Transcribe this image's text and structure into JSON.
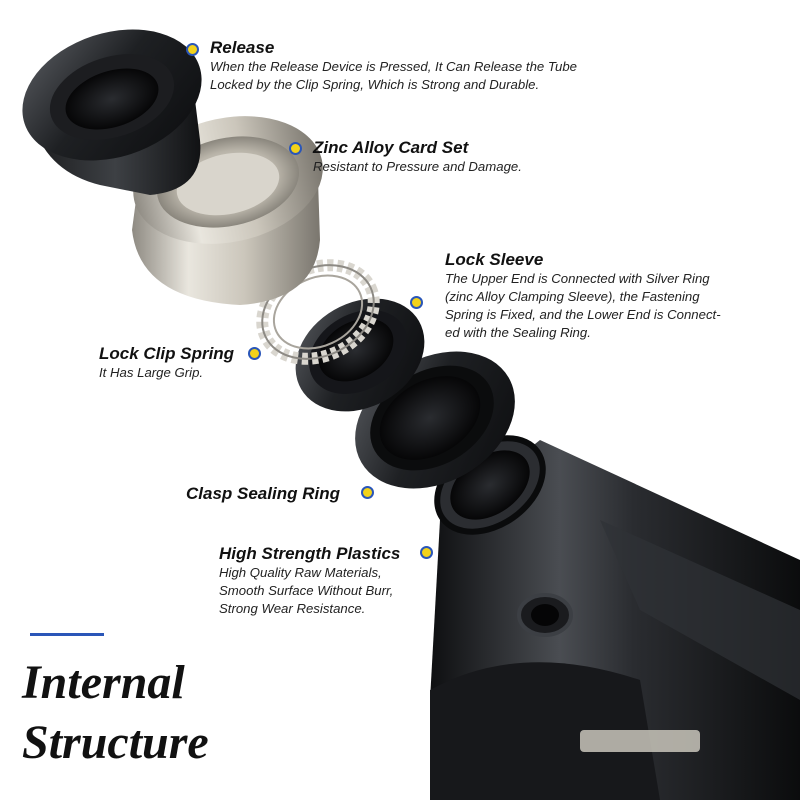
{
  "heading": {
    "line1": "Internal",
    "line2": "Structure"
  },
  "callouts": {
    "release": {
      "title": "Release",
      "desc1": "When the Release Device is Pressed, It Can Release the Tube",
      "desc2": "Locked by the Clip Spring, Which is Strong and Durable."
    },
    "zinc": {
      "title": "Zinc Alloy Card Set",
      "desc1": "Resistant to Pressure and Damage."
    },
    "lock_sleeve": {
      "title": "Lock Sleeve",
      "desc1": "The Upper End is Connected with Silver Ring",
      "desc2": "(zinc Alloy Clamping Sleeve), the Fastening",
      "desc3": "Spring is Fixed, and the Lower End is Connect-",
      "desc4": "ed with the Sealing Ring."
    },
    "clip_spring": {
      "title": "Lock Clip Spring",
      "desc1": "It Has Large Grip."
    },
    "sealing": {
      "title": "Clasp Sealing Ring"
    },
    "plastics": {
      "title": "High Strength Plastics",
      "desc1": "High Quality Raw Materials,",
      "desc2": "Smooth Surface Without Burr,",
      "desc3": "Strong Wear Resistance."
    }
  },
  "colors": {
    "accent_blue": "#2a56b8",
    "dot_yellow": "#f2d21b",
    "text": "#111111"
  }
}
